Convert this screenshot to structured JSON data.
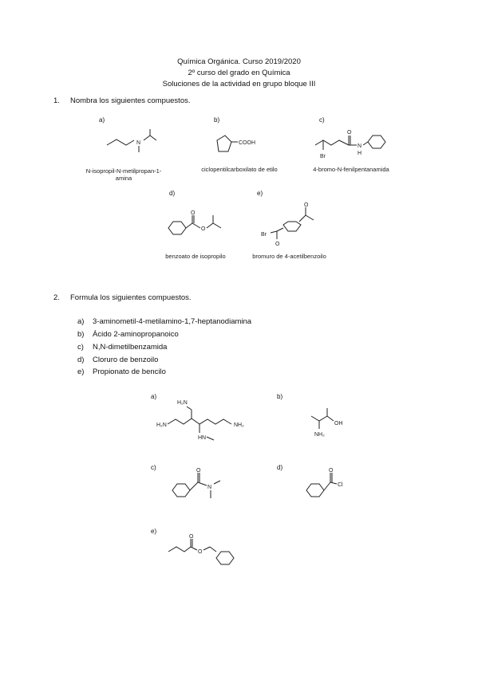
{
  "header": {
    "line1": "Química Orgánica. Curso 2019/2020",
    "line2": "2º curso del grado en Química",
    "line3": "Soluciones de la actividad en grupo bloque III"
  },
  "q1": {
    "num": "1.",
    "text": "Nombra los siguientes compuestos.",
    "labels": [
      "a)",
      "b)",
      "c)",
      "d)",
      "e)"
    ],
    "answers": {
      "a_line1": "N-isopropil-N-metilpropan-1-",
      "a_line2": "amina",
      "b": "ciclopentilcarboxilato de etilo",
      "c": "4-bromo-N-fenilpentanamida",
      "d": "benzoato de isopropilo",
      "e": "bromuro de 4-acetilbenzoilo"
    },
    "atoms": {
      "N": "N",
      "COOH": "COOH",
      "Br": "Br",
      "O": "O",
      "NH": "N",
      "H": "H"
    }
  },
  "q2": {
    "num": "2.",
    "text": "Formula los siguientes compuestos.",
    "items": [
      {
        "letter": "a)",
        "text": "3-aminometil-4-metilamino-1,7-heptanodiamina"
      },
      {
        "letter": "b)",
        "text": "Ácido 2-aminopropanoico"
      },
      {
        "letter": "c)",
        "text": "N,N-dimetilbenzamida"
      },
      {
        "letter": "d)",
        "text": "Cloruro de benzoilo"
      },
      {
        "letter": "e)",
        "text": "Propionato de bencilo"
      }
    ],
    "labels": [
      "a)",
      "b)",
      "c)",
      "d)",
      "e)"
    ],
    "atoms": {
      "H2N": "H₂N",
      "NH2": "NH₂",
      "HN": "HN",
      "OH": "OH",
      "O": "O",
      "N": "N",
      "Cl": "Cl"
    }
  }
}
